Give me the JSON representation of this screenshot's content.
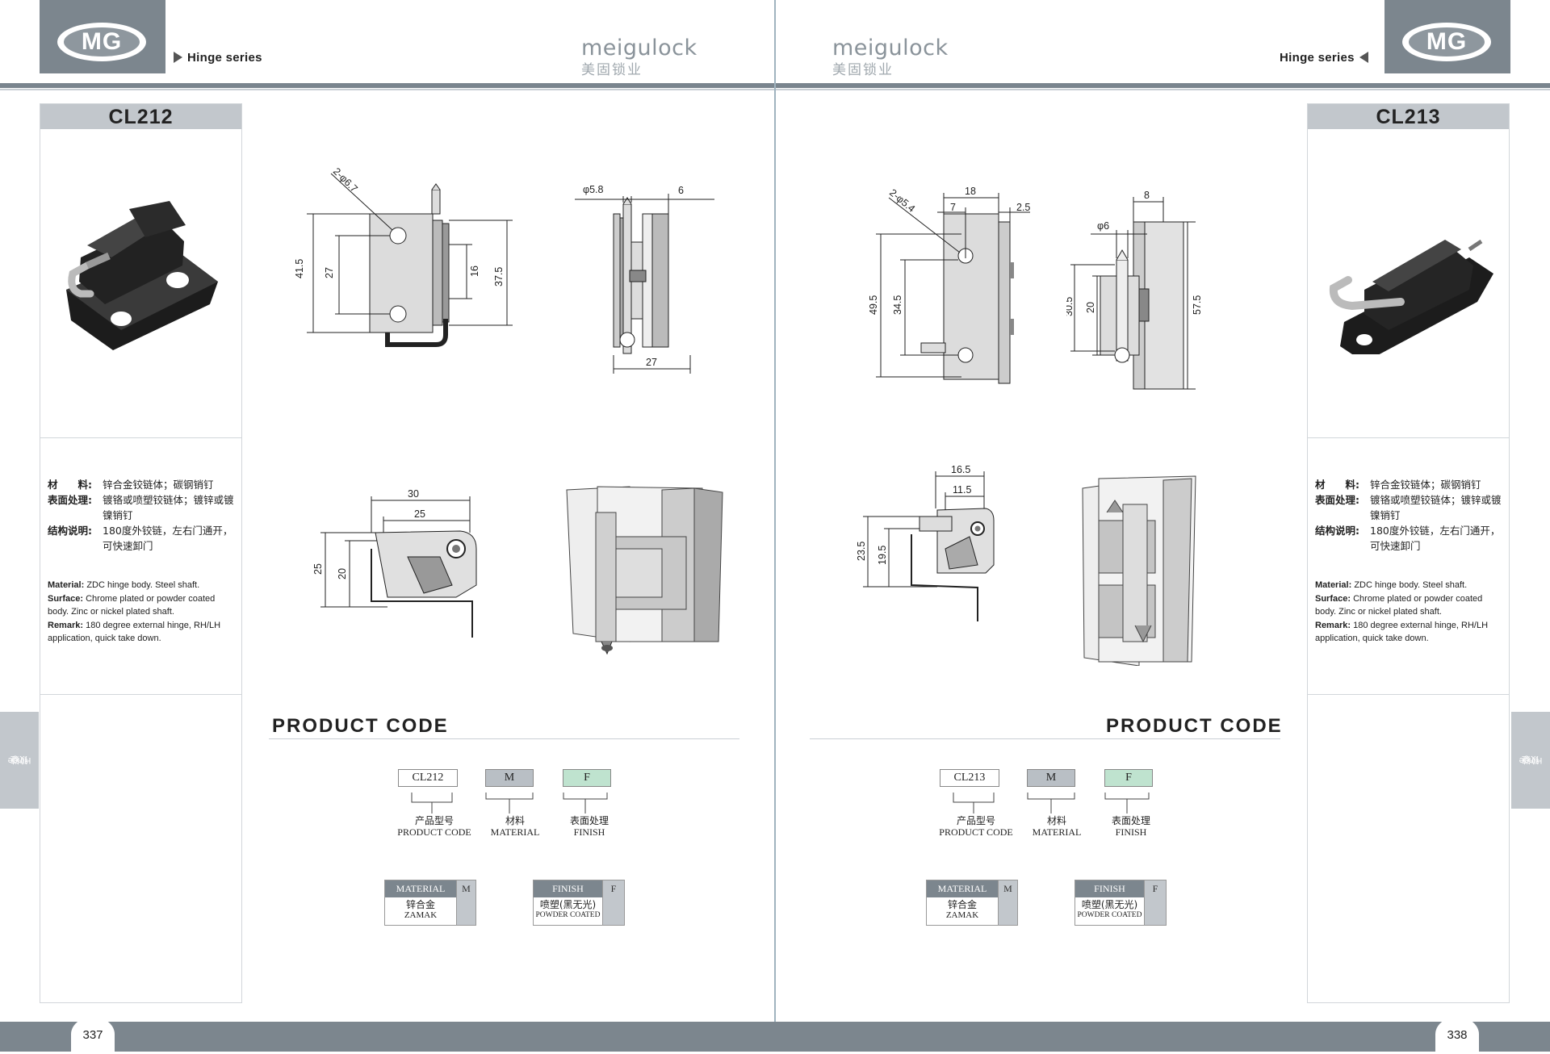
{
  "brand": {
    "logo_text": "MG",
    "wordmark_en": "meigulock",
    "wordmark_cn": "美固锁业"
  },
  "left": {
    "series": "Hinge series",
    "product": "CL212",
    "page_number": "337",
    "side_tab_cn": "铰链",
    "side_tab_en": "Hinge",
    "spec_cn": [
      {
        "key": "材　　料:",
        "value": "锌合金铰链体；碳钢销钉"
      },
      {
        "key": "表面处理:",
        "value": "镀铬或喷塑铰链体；镀锌或镀镍销钉"
      },
      {
        "key": "结构说明:",
        "value": "180度外铰链，左右门通开，可快速卸门"
      }
    ],
    "spec_en": [
      {
        "key": "Material:",
        "value": "ZDC hinge body. Steel shaft."
      },
      {
        "key": "Surface:",
        "value": "Chrome plated or powder coated body. Zinc or nickel plated shaft."
      },
      {
        "key": "Remark:",
        "value": "180 degree external hinge, RH/LH application, quick take down."
      }
    ],
    "dims_front": {
      "holes": "2-φ6.7",
      "d1": "41.5",
      "d2": "27",
      "d3": "16",
      "d4": "37.5"
    },
    "dims_side": {
      "d1": "φ5.8",
      "d2": "6",
      "d3": "27"
    },
    "dims_top": {
      "d1": "30",
      "d2": "25",
      "d3": "25",
      "d4": "20"
    }
  },
  "right": {
    "series": "Hinge series",
    "product": "CL213",
    "page_number": "338",
    "side_tab_cn": "铰链",
    "side_tab_en": "Hinge",
    "spec_cn": [
      {
        "key": "材　　料:",
        "value": "锌合金铰链体；碳钢销钉"
      },
      {
        "key": "表面处理:",
        "value": "镀铬或喷塑铰链体；镀锌或镀镍销钉"
      },
      {
        "key": "结构说明:",
        "value": "180度外铰链，左右门通开，可快速卸门"
      }
    ],
    "spec_en": [
      {
        "key": "Material:",
        "value": "ZDC hinge body. Steel shaft."
      },
      {
        "key": "Surface:",
        "value": "Chrome plated or powder coated body. Zinc or nickel plated shaft."
      },
      {
        "key": "Remark:",
        "value": "180 degree external hinge, RH/LH application, quick take down."
      }
    ],
    "dims_front": {
      "holes": "2-φ5.4",
      "d1": "18",
      "d2": "7",
      "d3": "2.5",
      "d4": "49.5",
      "d5": "34.5"
    },
    "dims_side": {
      "d1": "8",
      "d2": "φ6",
      "d3": "30.5",
      "d4": "20",
      "d5": "57.5"
    },
    "dims_top": {
      "d1": "16.5",
      "d2": "11.5",
      "d3": "23.5",
      "d4": "19.5"
    }
  },
  "product_code": {
    "title": "PRODUCT CODE",
    "mat_code": "M",
    "fin_code": "F",
    "label_code_cn": "产品型号",
    "label_code_en": "PRODUCT CODE",
    "label_mat_cn": "材料",
    "label_mat_en": "MATERIAL",
    "label_fin_cn": "表面处理",
    "label_fin_en": "FINISH",
    "tbl_mat_head": "MATERIAL",
    "tbl_mat_code": "M",
    "tbl_mat_cn": "锌合金",
    "tbl_mat_en": "ZAMAK",
    "tbl_fin_head": "FINISH",
    "tbl_fin_code": "F",
    "tbl_fin_cn": "喷塑(黑无光)",
    "tbl_fin_en": "POWDER COATED"
  },
  "colors": {
    "header_gray": "#7c868e",
    "title_gray": "#c2c7cc",
    "finish_green": "#bfe3cf"
  }
}
